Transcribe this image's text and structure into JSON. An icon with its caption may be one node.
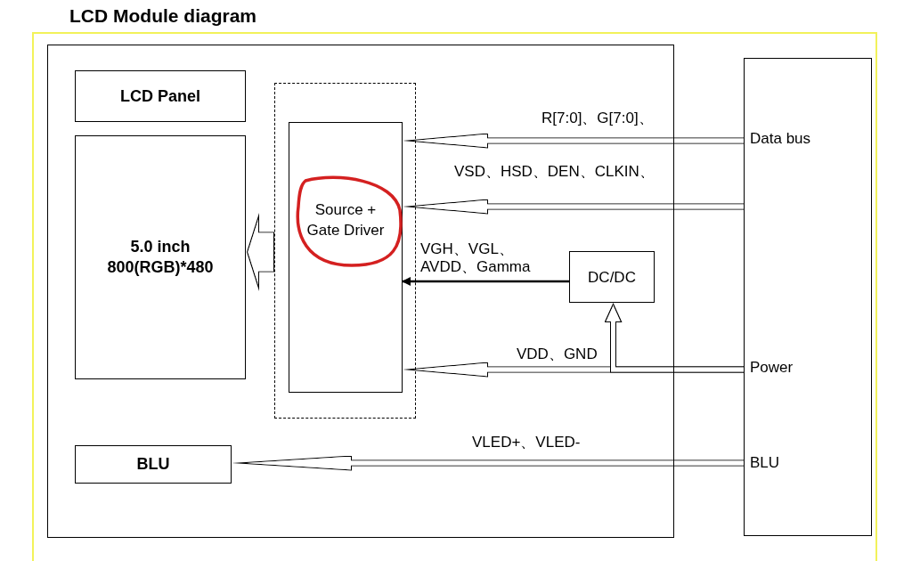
{
  "diagram": {
    "title": "LCD Module diagram",
    "nodes": [
      {
        "text": [],
        "shape": "box"
      },
      {
        "text": [
          "LCD Panel"
        ],
        "in": 0
      },
      {
        "text": [
          "5.0 inch 800(RGB)*480"
        ],
        "in": 0
      },
      {
        "text": [],
        "shape": "box",
        "in": 0
      },
      {
        "text": [
          "Source + Gate Driver"
        ],
        "in": 3
      },
      {
        "text": [
          "DC/DC"
        ],
        "in": 0
      },
      {
        "text": [
          "BLU"
        ],
        "in": 0
      },
      {
        "text": [],
        "shape": "box"
      },
      {
        "text": [
          "Data bus"
        ],
        "in": 7
      },
      {
        "text": [
          "Power"
        ],
        "in": 7
      },
      {
        "text": [
          "BLU"
        ],
        "in": 7
      }
    ],
    "edges": [
      {
        "from": 8,
        "to": 4,
        "arrow": "to",
        "label": "R[7:0]、G[7:0]、"
      },
      {
        "from": 8,
        "to": 4,
        "arrow": "to",
        "label": "VSD、HSD、DEN、CLKIN、"
      },
      {
        "from": 5,
        "to": 4,
        "arrow": "to",
        "label": "VGH、VGL、 AVDD、Gamma"
      },
      {
        "from": 9,
        "to": 4,
        "arrow": "to",
        "label": "VDD、GND"
      },
      {
        "from": 9,
        "to": 5,
        "arrow": "to"
      },
      {
        "from": 10,
        "to": 6,
        "arrow": "to",
        "label": "VLED+、VLED-"
      },
      {
        "from": 3,
        "to": 2,
        "arrow": "to"
      }
    ]
  }
}
